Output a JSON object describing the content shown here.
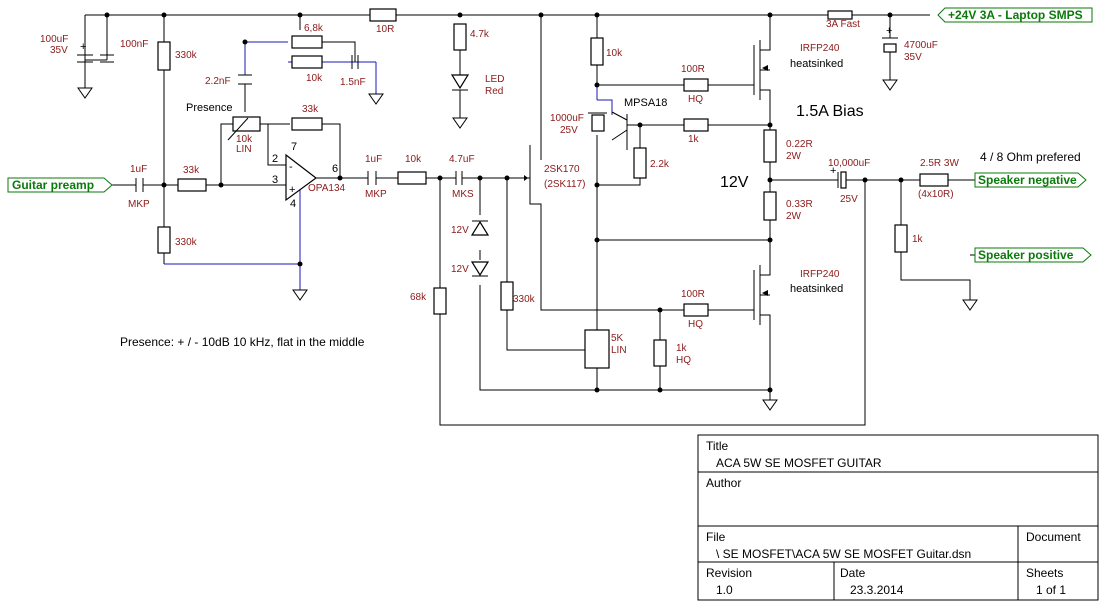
{
  "ports": {
    "supply": "+24V 3A - Laptop SMPS",
    "input": "Guitar preamp",
    "speaker_neg": "Speaker negative",
    "speaker_pos": "Speaker positive"
  },
  "labels": {
    "c_100uf": "100uF",
    "c_100uf_v": "35V",
    "c_100nf": "100nF",
    "r_330k_top": "330k",
    "r_6k8": "6,8k",
    "r_10k_fb": "10k",
    "c_2n2": "2.2nF",
    "c_1n5": "1.5nF",
    "presence": "Presence",
    "pot_10k": "10k",
    "pot_lin": "LIN",
    "r_33k_fb": "33k",
    "r_10r": "10R",
    "r_4k7": "4.7k",
    "led": "LED",
    "led_color": "Red",
    "c_1uf_in": "1uF",
    "mkp_in": "MKP",
    "r_33k_in": "33k",
    "opamp": "OPA134",
    "pin2": "2",
    "pin3": "3",
    "pin4": "4",
    "pin6": "6",
    "pin7": "7",
    "r_330k_bot": "330k",
    "c_1uf_out": "1uF",
    "mkp_out": "MKP",
    "r_10k_ser": "10k",
    "c_4u7": "4.7uF",
    "mks": "MKS",
    "z1": "12V",
    "z2": "12V",
    "r_68k": "68k",
    "r_330k_gate": "330k",
    "jfet": "2SK170",
    "jfet_alt": "(2SK117)",
    "r_10k_drain": "10k",
    "c_1000uf": "1000uF",
    "c_1000uf_v": "25V",
    "bjt": "MPSA18",
    "r_2k2": "2.2k",
    "r_1k_b": "1k",
    "pot_5k": "5K",
    "pot5_lin": "LIN",
    "r_1k_hq": "1k",
    "hq1": "HQ",
    "r_100r_top": "100R",
    "hq_top": "HQ",
    "r_100r_bot": "100R",
    "hq_bot": "HQ",
    "mos_top": "IRFP240",
    "mos_top_note": "heatsinked",
    "mos_bot": "IRFP240",
    "mos_bot_note": "heatsinked",
    "bias": "1.5A Bias",
    "r_022": "0.22R",
    "r_022_w": "2W",
    "r_033": "0.33R",
    "r_033_w": "2W",
    "mid_v": "12V",
    "fuse": "3A Fast",
    "c_4700": "4700uF",
    "c_4700_v": "35V",
    "c_10000": "10,000uF",
    "c_10000_v": "25V",
    "r_2r5": "2.5R 3W",
    "r_2r5_note": "(4x10R)",
    "ohm_pref": "4 / 8 Ohm prefered",
    "r_1k_out": "1k",
    "presence_note": "Presence: + / - 10dB 10 kHz, flat in the middle"
  },
  "title_block": {
    "title_label": "Title",
    "title_value": "ACA 5W SE MOSFET GUITAR",
    "author_label": "Author",
    "file_label": "File",
    "file_value": "\\ SE MOSFET\\ACA 5W SE MOSFET Guitar.dsn",
    "document_label": "Document",
    "revision_label": "Revision",
    "revision_value": "1.0",
    "date_label": "Date",
    "date_value": "23.3.2014",
    "sheets_label": "Sheets",
    "sheets_value": "1 of 1"
  },
  "colors": {
    "wire_blue": "#1a1ab4",
    "label_red": "#8b1a1a",
    "port_green": "#0a7a0a"
  }
}
